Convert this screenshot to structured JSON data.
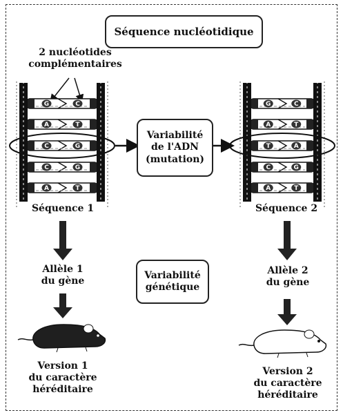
{
  "title": "Séquence nucléotidique",
  "annotation_nucleotides": [
    "2 nucléotides",
    "complémentaires"
  ],
  "center_box_adn": [
    "Variabilité",
    "de l'ADN",
    "(mutation)"
  ],
  "center_box_genetique": [
    "Variabilité",
    "génétique"
  ],
  "left": {
    "sequence_label": "Séquence 1",
    "allele": [
      "Allèle 1",
      "du gène"
    ],
    "version": [
      "Version 1",
      "du caractère",
      "héréditaire"
    ],
    "bases": [
      [
        "G",
        "C"
      ],
      [
        "A",
        "T"
      ],
      [
        "C",
        "G"
      ],
      [
        "C",
        "G"
      ],
      [
        "A",
        "T"
      ]
    ],
    "mouse_color": "#1f1f1f"
  },
  "right": {
    "sequence_label": "Séquence 2",
    "allele": [
      "Allèle 2",
      "du gène"
    ],
    "version": [
      "Version 2",
      "du caractère",
      "héréditaire"
    ],
    "bases": [
      [
        "G",
        "C"
      ],
      [
        "A",
        "T"
      ],
      [
        "T",
        "A"
      ],
      [
        "C",
        "G"
      ],
      [
        "A",
        "T"
      ]
    ],
    "mouse_color": "#ffffff"
  }
}
